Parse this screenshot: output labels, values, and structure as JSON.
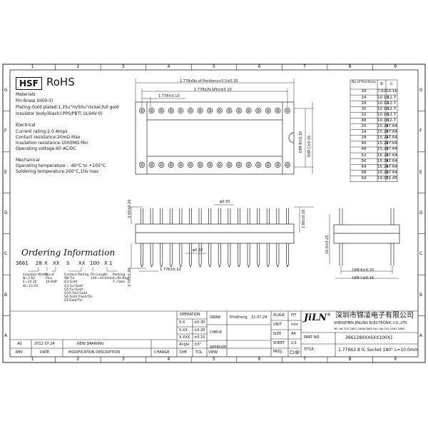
{
  "grid": {
    "columns": [
      "1",
      "2",
      "3",
      "4",
      "5",
      "6",
      "7",
      "8",
      "9"
    ],
    "rows": [
      "G",
      "F",
      "E",
      "D",
      "C",
      "B",
      "A"
    ]
  },
  "header": {
    "brand_box": "HSF",
    "rohs": "RoHS"
  },
  "specs": {
    "materials_title": "Materials",
    "materials": [
      "Pin:Brass (H59-3)",
      "Plating:Gold plated:1.25u\"m/50u\"nickel,full gold",
      "Insulator body(black):PPS/PBT( UL94V-0)"
    ],
    "electrical_title": "Electrical",
    "electrical": [
      "Current rating:2.0 Amps",
      "Contact resistance:20mΩ Max",
      "Insulation resistance:1000MΩ Min",
      "Operating voltage:60 AC/DC"
    ],
    "mechanical_title": "Mechanical",
    "mechanical": [
      "Operating temperature : -40°C to +105°C",
      "Soldering temperature:260°C,10s max"
    ]
  },
  "ordering": {
    "title": "Ordering Information",
    "code_parts": [
      "3661",
      "28",
      "X",
      "XX",
      "S",
      "XX",
      "100",
      "X",
      "1"
    ],
    "notes": [
      {
        "text": "Insulator Width\nN=7.62\nE=10.16\nW=15.24"
      },
      {
        "text": "No.of\nPins\n16-64P"
      },
      {
        "text": "Contact Plating\nSN:Tin\nG2:Gold\nG3:3u\"Gold\nG5:5u\"Gold\nG10:10u\"Gold\nSG:Gold Flash/Tin\nGT:Gold/Tin"
      },
      {
        "text": "Pin Length\n100=10.0mm"
      },
      {
        "text": "Packing\n0=Pe Bag\nT=Tube"
      }
    ]
  },
  "dimensions": {
    "top_overall": "1.778xNo.of Positions+0.5±0.30",
    "top_inner": "1.778x(N-1Pin)±0.10",
    "top_pitch": "1.778±0.10",
    "dim_b": "DIM B±0.10",
    "dim_c": "DIM C±0.15",
    "height_350": "3.50±0.20",
    "height_370": "3.70±0.20",
    "pin_dia_1": "φ0.50",
    "pin_dia_2": "φ0.50",
    "pitch_bottom": "1.778±0.10",
    "h_280": "2.80±0.20",
    "side_height": "10.0±0.25",
    "side_dim_b": "DIM B±0.10",
    "side_dim_c": "DIM C±0.15"
  },
  "pos_table": {
    "headers": [
      "No.of Positions",
      "B",
      "C"
    ],
    "rows": [
      [
        "16",
        "7.62",
        "10.16"
      ],
      [
        "24",
        "10.16",
        "12.7"
      ],
      [
        "28",
        "10.16",
        "12.7"
      ],
      [
        "30",
        "10.16",
        "12.7"
      ],
      [
        "32",
        "10.16",
        "12.7"
      ],
      [
        "48",
        "10.16",
        "12.7"
      ],
      [
        "20",
        "15.24",
        "17.64"
      ],
      [
        "24",
        "15.24",
        "17.64"
      ],
      [
        "28",
        "15.24",
        "17.64"
      ],
      [
        "40",
        "15.24",
        "17.64"
      ],
      [
        "48",
        "15.24",
        "17.64"
      ],
      [
        "52",
        "15.24",
        "17.64"
      ],
      [
        "56",
        "15.24",
        "17.64"
      ],
      [
        "64",
        "15.24",
        "17.64"
      ],
      [
        "68",
        "15.24",
        "17.64"
      ],
      [
        "64",
        "19.05",
        "21.45"
      ]
    ]
  },
  "title_block": {
    "operation": "OPERATION",
    "tol_labels": [
      "X.X",
      "X.XX",
      "X.XXX",
      "Angle"
    ],
    "tol_values": [
      "±0.30",
      "±0.20",
      "±0.10",
      "±3°"
    ],
    "draw": "DRAW",
    "drawer": "YiYuSheng",
    "draw_date": "12.07.24",
    "check": "CHECK",
    "approve": "APPROVE",
    "scale_label": "SCALE",
    "scale_value": "FIT",
    "unit_label": "UNIT",
    "unit_value": "mm",
    "size_label": "SIZE",
    "size_value": "A4",
    "sheet_label": "SHEET",
    "sheet_value": "1/1",
    "proj_label": "PROJ.",
    "logo": "JiLN",
    "company_cn": "深圳市锦凌电子有限公司",
    "company_en": "SHENZHEN JINLING ELECTRONIC CO.,LTD",
    "contact": "Tel: 86-755-2867-2886/2882   Fax: 86-755-2867-2882",
    "part_no_label": "PART NO.",
    "part_no": "366128XXXSXX100X1",
    "title_label": "TITLE:",
    "title_value": "1.778X2.8 IC Socket 180° L=10.0mm",
    "rev_row": {
      "rev": "A0",
      "date": "2012.07.24",
      "desc": "NEW DRAWING"
    },
    "rev_headers": [
      "REV",
      "DATE",
      "MODIFICATION DESCRIPTION",
      "CHANGE",
      "DIM",
      "TOL",
      "VIEW"
    ]
  }
}
